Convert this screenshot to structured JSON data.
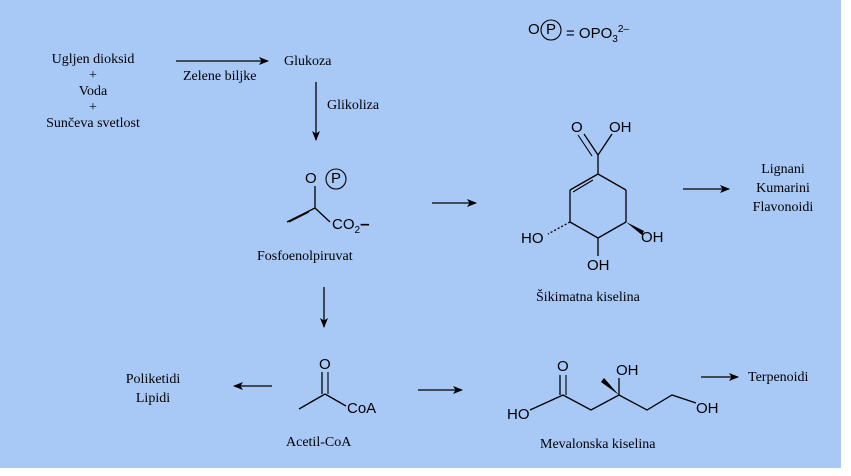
{
  "legend": {
    "o": "O",
    "p": "P",
    "equals": "= OPO",
    "sub": "3",
    "sup": "2–"
  },
  "inputs": {
    "line1": "Ugljen dioksid",
    "plus1": "+",
    "line2": "Voda",
    "plus2": "+",
    "line3": "Sunčeva svetlost"
  },
  "steps": {
    "green_plants": "Zelene biljke",
    "glucose": "Glukoza",
    "glycolysis": "Glikoliza"
  },
  "pep": {
    "op": "O",
    "p": "P",
    "co2": "CO",
    "co2_sub": "2",
    "charge": "–",
    "name": "Fosfoenolpiruvat"
  },
  "shikimic": {
    "o": "O",
    "oh_top": "OH",
    "ho_left": "HO",
    "oh_right": "OH",
    "oh_bottom": "OH",
    "name": "Šikimatna kiselina"
  },
  "phenolics": {
    "l1": "Lignani",
    "l2": "Kumarini",
    "l3": "Flavonoidi"
  },
  "acetyl": {
    "o": "O",
    "coa": "CoA",
    "name": "Acetil-CoA"
  },
  "polyketides": {
    "l1": "Poliketidi",
    "l2": "Lipidi"
  },
  "mevalonic": {
    "o": "O",
    "oh_top": "OH",
    "ho": "HO",
    "oh_right": "OH",
    "name": "Mevalonska kiselina"
  },
  "terpenoids": {
    "label": "Terpenoidi"
  }
}
